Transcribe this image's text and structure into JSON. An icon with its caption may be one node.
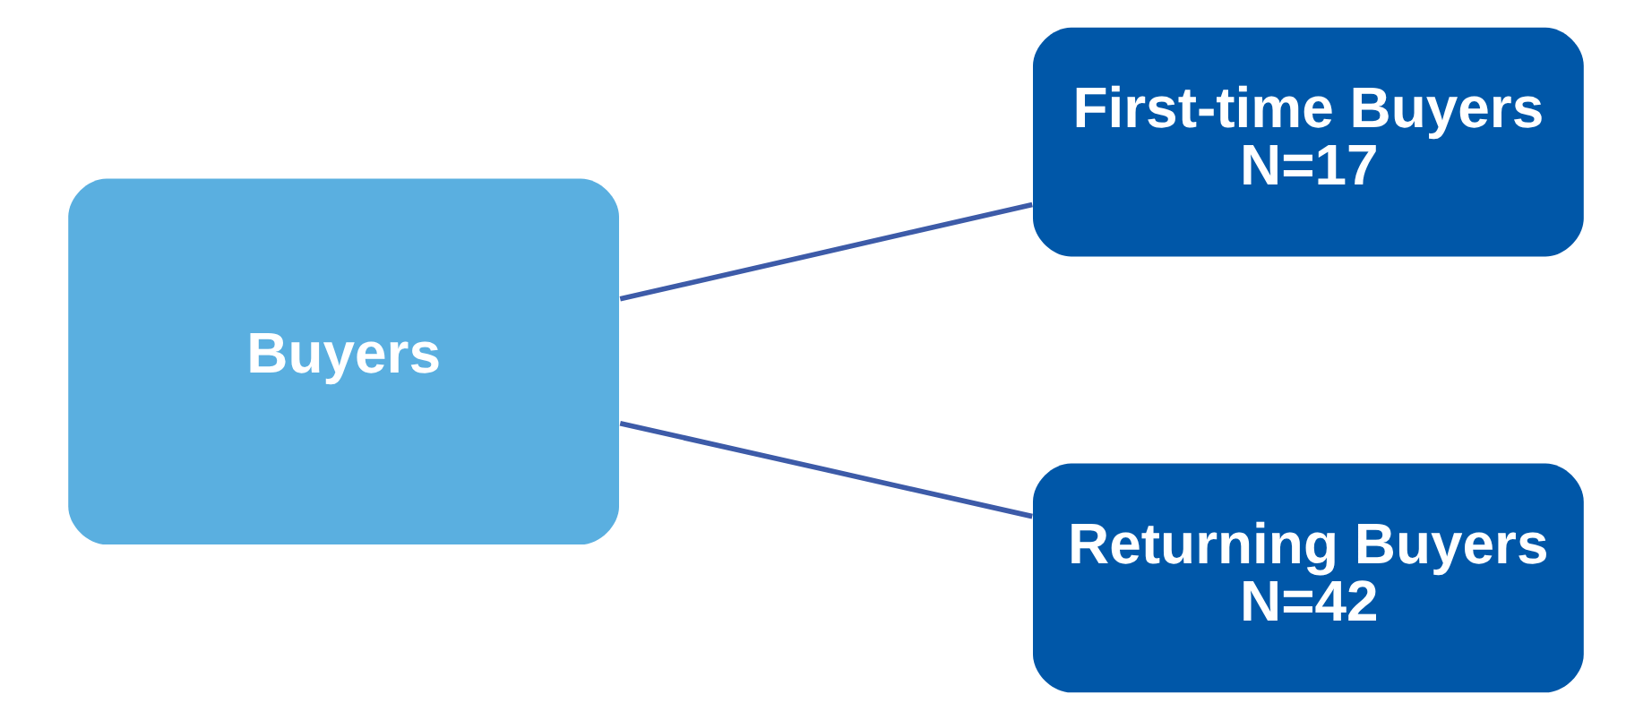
{
  "diagram": {
    "nodes": [
      {
        "text": [
          "Buyers"
        ]
      },
      {
        "text": [
          "First-time Buyers",
          "N=17"
        ]
      },
      {
        "text": [
          "Returning Buyers",
          "N=42"
        ]
      }
    ],
    "edges": [
      {
        "from": 0,
        "to": 1,
        "arrow": "none"
      },
      {
        "from": 0,
        "to": 2,
        "arrow": "none"
      }
    ]
  }
}
